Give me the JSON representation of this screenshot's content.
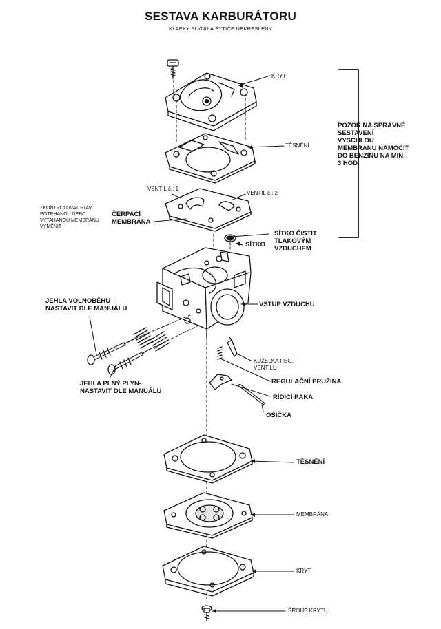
{
  "title": "SESTAVA KARBURÁTORU",
  "subtitle": "KLAPKY PLYNU A SYTIČE NEKRESLENY",
  "labels": {
    "kryt_top": "KRYT",
    "tesneni_top": "TĚSNĚNÍ",
    "ventil1": "VENTIL č.: 1",
    "ventil2": "VENTIL č.: 2",
    "cerpaci_line1": "ČERPACÍ",
    "cerpaci_line2": "MEMBRÁNA",
    "zkontrolovat_line1": "ZKONTROLOVAT STAV",
    "zkontrolovat_line2": "POTRHANOU NEBO",
    "zkontrolovat_line3": "VYTAHANOU MEMBRÁNU",
    "zkontrolovat_line4": "VYMĚNIT",
    "sitko_cistit_line1": "SÍTKO ČISTIT",
    "sitko_cistit_line2": "TLAKOVÝM",
    "sitko_cistit_line3": "VZDUCHEM",
    "sitko": "SÍTKO",
    "vstup_vzduchu": "VSTUP VZDUCHU",
    "jehla_volnobehu_line1": "JEHLA VOLNOBĚHU-",
    "jehla_volnobehu_line2": "NASTAVIT DLE MANUÁLU",
    "jehla_plny_line1": "JEHLA PLNÝ PLYN-",
    "jehla_plny_line2": "NASTAVIT DLE MANUÁLU",
    "kuzelka_line1": "KUŽELKA REG.",
    "kuzelka_line2": "VENTILU",
    "regulacni_pruzina": "REGULAČNÍ PRUŽINA",
    "ridici_paka": "ŘÍDÍCÍ PÁKA",
    "osicka": "OSIČKA",
    "tesneni_bottom": "TĚSNĚNÍ",
    "membrana": "MEMBRÁNA",
    "kryt_bottom": "KRYT",
    "sroub_krytu": "ŠROUB KRYTU"
  },
  "note": {
    "line1": "POZOR NA SPRÁVNÉ",
    "line2": "SESTAVENÍ",
    "line3": "VYSCHLOU",
    "line4": "MEMBRÁNU NAMOČIT",
    "line5": "DO BENZINU NA MIN.",
    "line6": "3 HOD."
  }
}
